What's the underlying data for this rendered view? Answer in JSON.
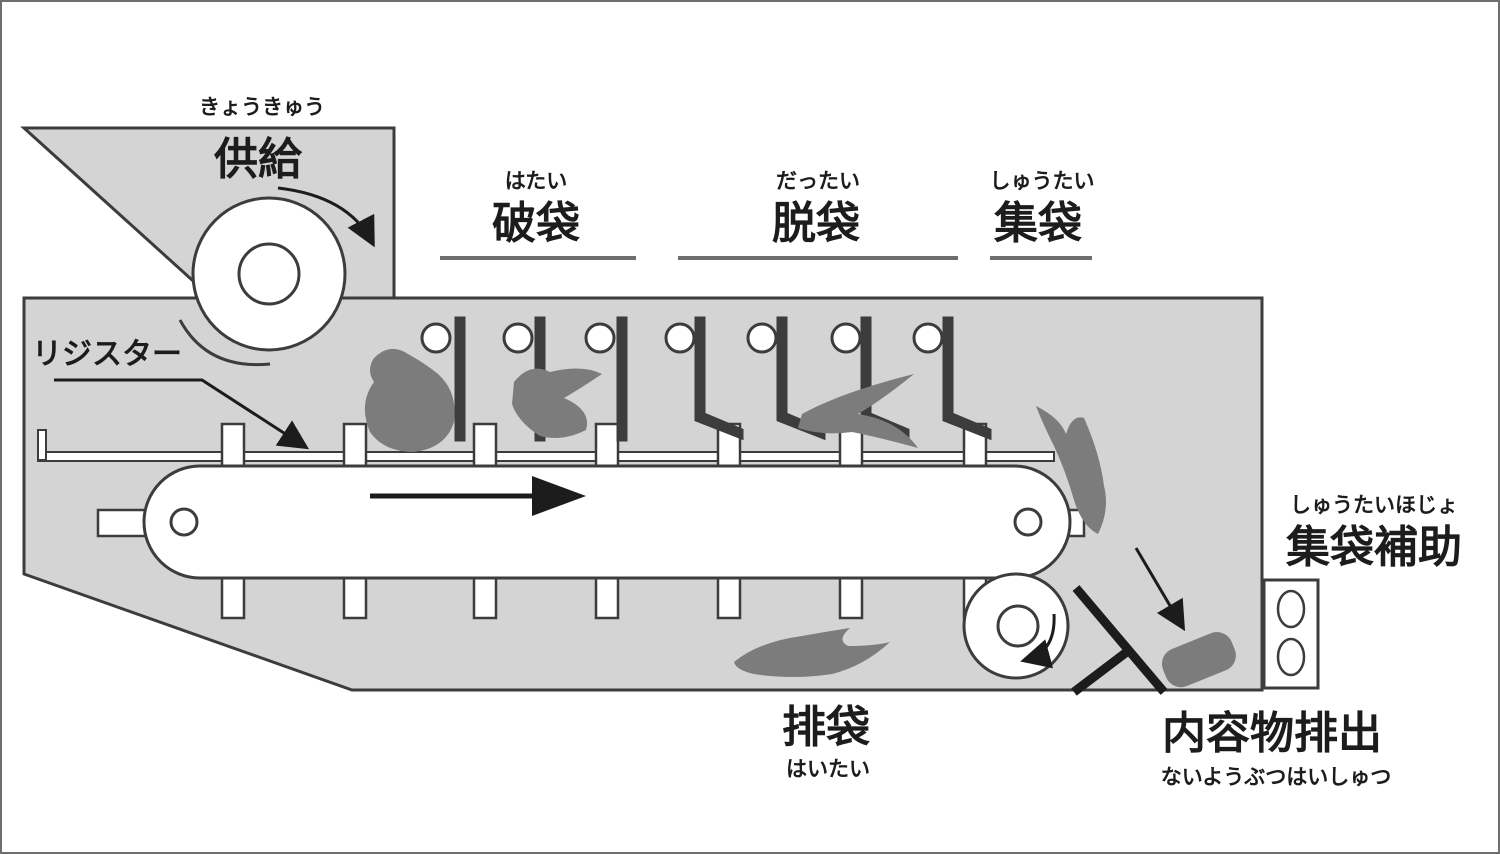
{
  "labels": {
    "supply": {
      "text": "供給",
      "ruby": "きょうきゅう"
    },
    "register": {
      "text": "リジスター"
    },
    "bag_breaking": {
      "text": "破袋",
      "ruby": "はたい"
    },
    "bag_removal": {
      "text": "脱袋",
      "ruby": "だったい"
    },
    "bag_collection": {
      "text": "集袋",
      "ruby": "しゅうたい"
    },
    "bag_collection_aid": {
      "text": "集袋補助",
      "ruby": "しゅうたいほじょ"
    },
    "bag_discharge": {
      "text": "排袋",
      "ruby": "はいたい"
    },
    "content_discharge": {
      "text": "内容物排出",
      "ruby": "ないようぶつはいしゅつ"
    }
  },
  "colors": {
    "housing": "#d4d4d4",
    "outline": "#3c3c3c",
    "bag": "#7c7c7c",
    "belt": "#ffffff"
  },
  "icons": {
    "conveyor_arrow": "right-arrow",
    "supply_roller_arrow": "curved-arrow-clockwise",
    "discharge_roller_arrow": "curved-arrow-counterclockwise",
    "aid_symbol": "figure-eight-icon"
  }
}
